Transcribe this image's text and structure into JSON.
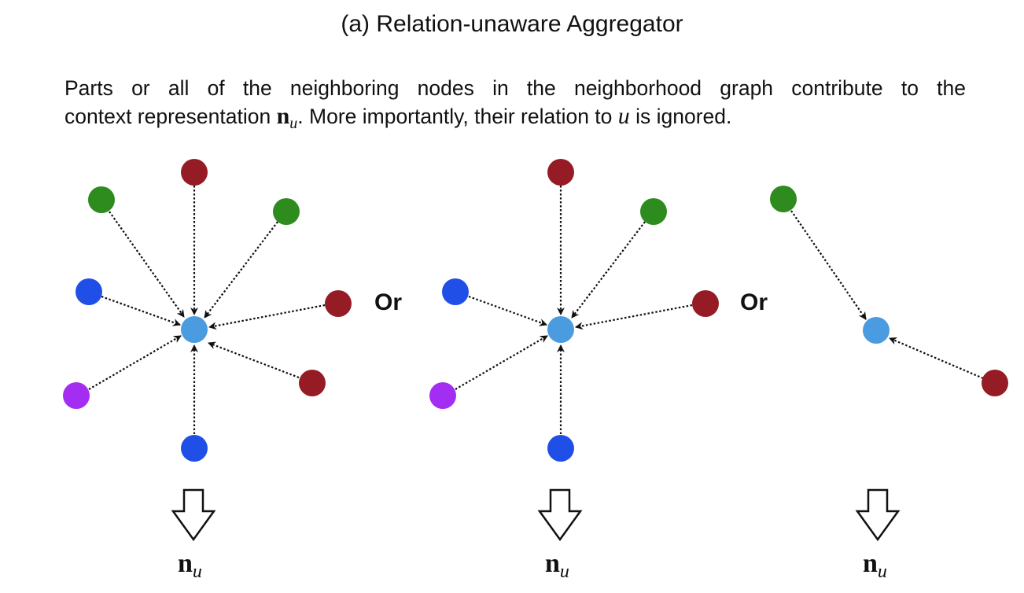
{
  "title": "(a) Relation-unaware Aggregator",
  "description": {
    "line1": "Parts or all of the neighboring nodes in the neighborhood graph contribute to the",
    "line2_before": "context representation ",
    "math_bold": "n",
    "math_sub": "u",
    "line2_mid": ". More importantly, their relation to ",
    "math_italic": "u",
    "line2_end": " is ignored."
  },
  "separators": [
    "Or",
    "Or"
  ],
  "outputs": [
    {
      "symbol": "n",
      "subscript": "u"
    },
    {
      "symbol": "n",
      "subscript": "u"
    },
    {
      "symbol": "n",
      "subscript": "u"
    }
  ],
  "colors": {
    "center": "#4a9be0",
    "green": "#2e8b1e",
    "red": "#951b24",
    "blue": "#1f4fe6",
    "purple": "#a42df2",
    "arrow": "#111111"
  }
}
